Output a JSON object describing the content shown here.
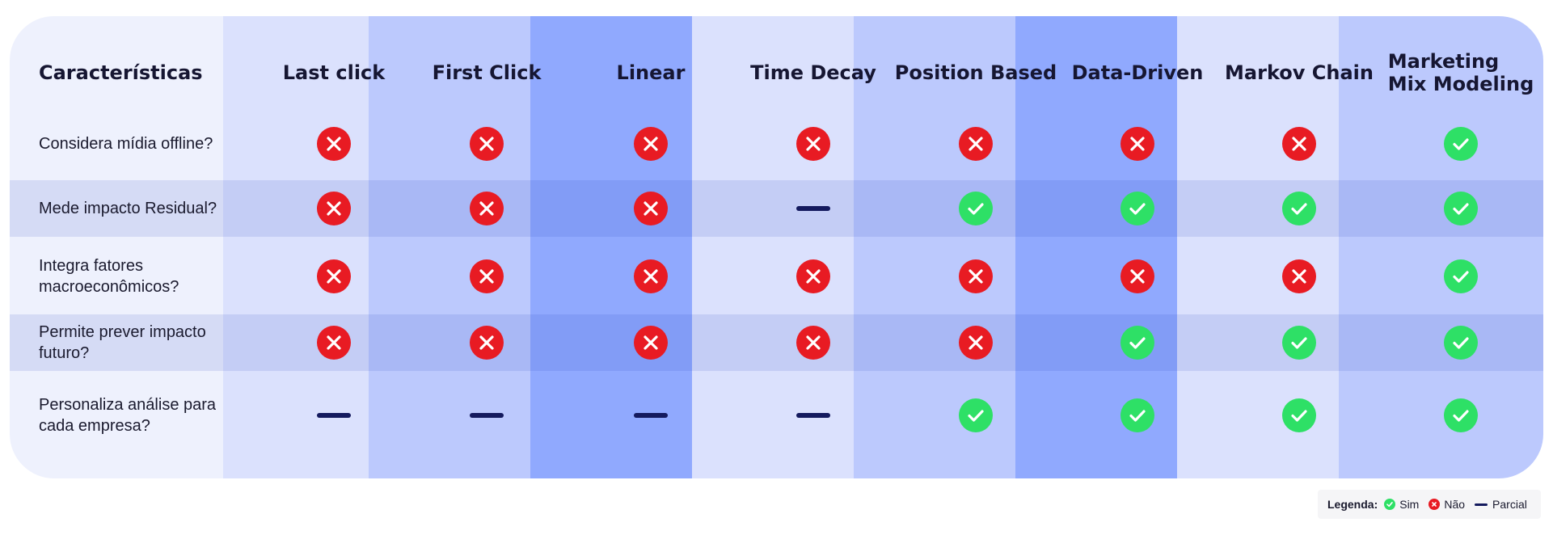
{
  "table": {
    "header": "Características",
    "columns": [
      "Last click",
      "First Click",
      "Linear",
      "Time Decay",
      "Position Based",
      "Data-Driven",
      "Markov Chain",
      [
        "Marketing",
        "Mix Modeling"
      ]
    ],
    "rows": [
      {
        "label": [
          "Considera mídia offline?"
        ],
        "values": [
          "no",
          "no",
          "no",
          "no",
          "no",
          "no",
          "no",
          "yes"
        ]
      },
      {
        "label": [
          "Mede impacto Residual?"
        ],
        "values": [
          "no",
          "no",
          "no",
          "partial",
          "yes",
          "yes",
          "yes",
          "yes"
        ]
      },
      {
        "label": [
          "Integra fatores",
          "macroeconômicos?"
        ],
        "values": [
          "no",
          "no",
          "no",
          "no",
          "no",
          "no",
          "no",
          "yes"
        ]
      },
      {
        "label": [
          "Permite prever impacto",
          "futuro?"
        ],
        "values": [
          "no",
          "no",
          "no",
          "no",
          "no",
          "yes",
          "yes",
          "yes"
        ]
      },
      {
        "label": [
          "Personaliza análise para",
          "cada empresa?"
        ],
        "values": [
          "partial",
          "partial",
          "partial",
          "partial",
          "yes",
          "yes",
          "yes",
          "yes"
        ]
      }
    ]
  },
  "legend": {
    "title": "Legenda:",
    "yes": "Sim",
    "no": "Não",
    "partial": "Parcial"
  },
  "colors": {
    "yes": "#2ee066",
    "no": "#e81b23",
    "partial": "#141a5e"
  }
}
